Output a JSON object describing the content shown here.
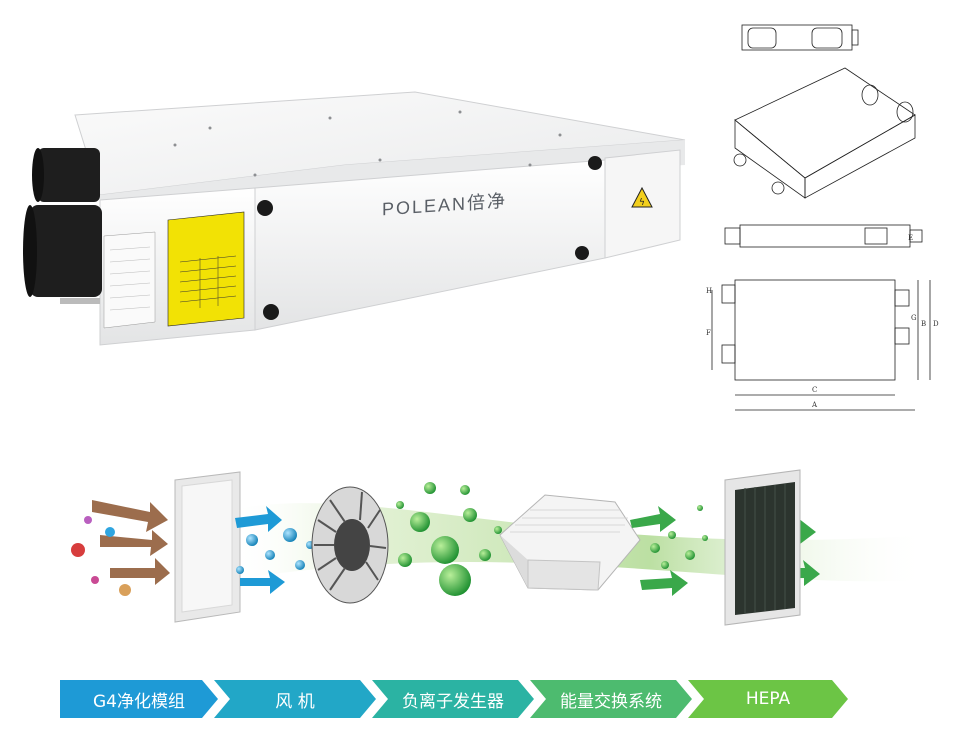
{
  "product": {
    "brand": "POLEAN倍净",
    "colors": {
      "body": "#f2f3f4",
      "duct": "#1e1e1e",
      "label": "#f4e400"
    }
  },
  "steps": [
    {
      "label": "G4净化模组",
      "color": "#1e9ad6"
    },
    {
      "label": "风 机",
      "color": "#22a7c7"
    },
    {
      "label": "负离子发生器",
      "color": "#2bb3a3"
    },
    {
      "label": "能量交换系统",
      "color": "#4dbb6f"
    },
    {
      "label": "HEPA",
      "color": "#6cc545"
    }
  ],
  "drawing_labels": [
    "H",
    "F",
    "E",
    "G",
    "B",
    "D",
    "C",
    "A"
  ]
}
